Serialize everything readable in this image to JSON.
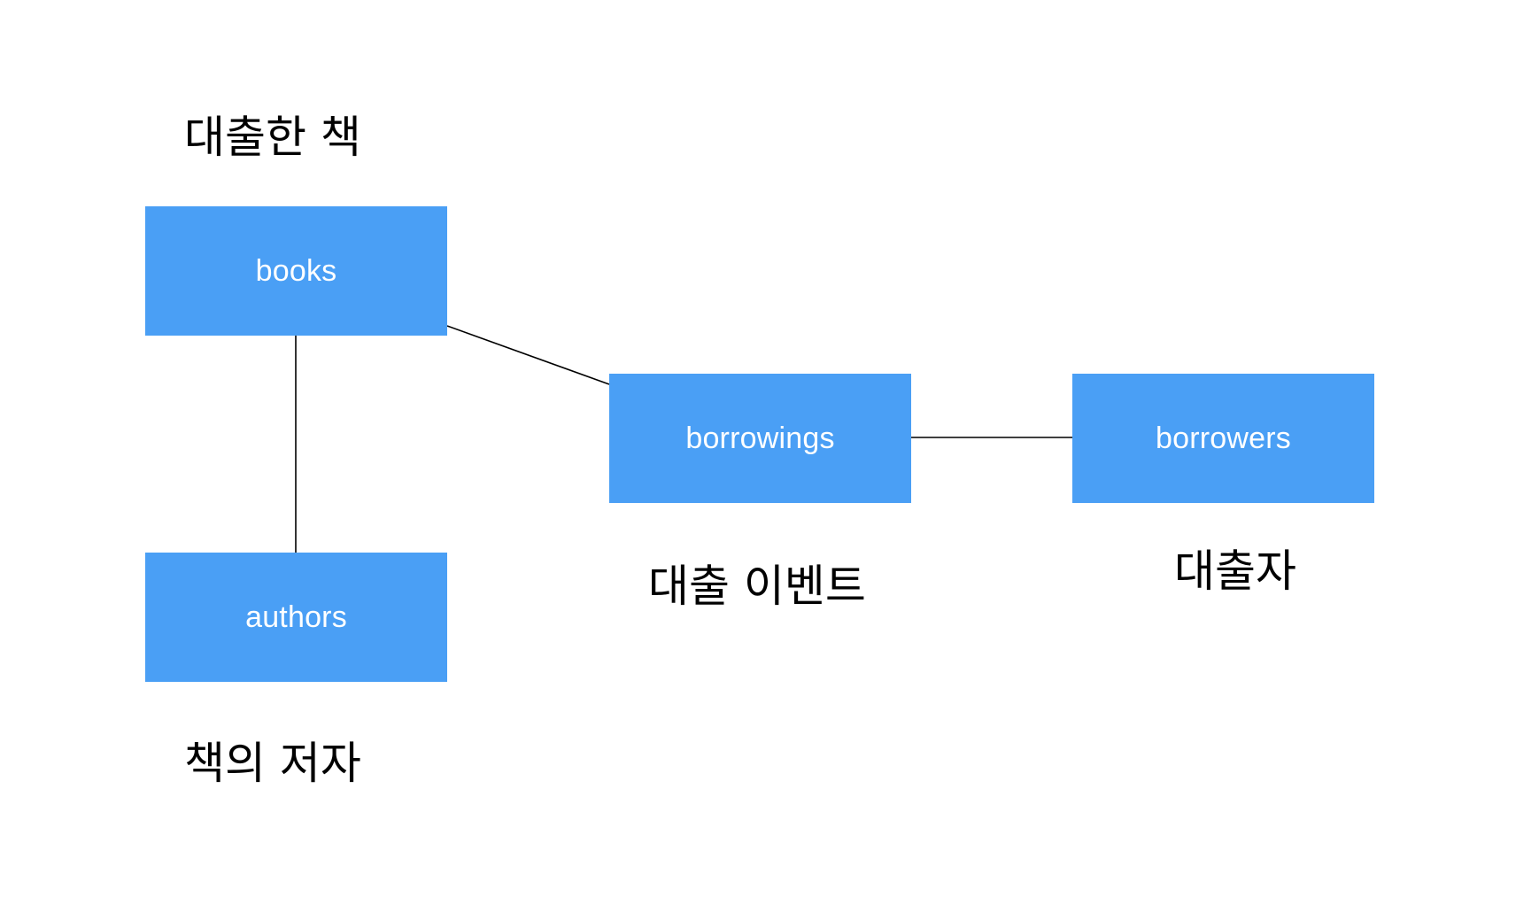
{
  "colors": {
    "node_fill": "#4a9ff5",
    "node_text": "#ffffff",
    "edge": "#000000",
    "caption_text": "#000000"
  },
  "nodes": {
    "books": {
      "label": "books",
      "caption": "대출한 책"
    },
    "borrowings": {
      "label": "borrowings",
      "caption": "대출 이벤트"
    },
    "borrowers": {
      "label": "borrowers",
      "caption": "대출자"
    },
    "authors": {
      "label": "authors",
      "caption": "책의 저자"
    }
  },
  "edges": [
    {
      "from": "books",
      "to": "borrowings"
    },
    {
      "from": "borrowings",
      "to": "borrowers"
    },
    {
      "from": "books",
      "to": "authors"
    }
  ]
}
